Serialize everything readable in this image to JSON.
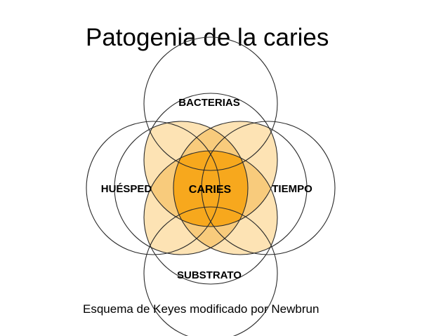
{
  "slide": {
    "title": "Patogenia de la caries",
    "caption": "Esquema de Keyes modificado por Newbrun"
  },
  "diagram": {
    "circles": {
      "top": "BACTERIAS",
      "left": "HUÉSPED",
      "right": "TIEMPO",
      "bottom": "SUBSTRATO"
    },
    "center": "CARIES",
    "colors": {
      "lens_fill": "#fde3b4",
      "triple_fill": "#f8cb7c",
      "center_fill": "#f7a81d",
      "outline": "#2a2a2a"
    }
  }
}
